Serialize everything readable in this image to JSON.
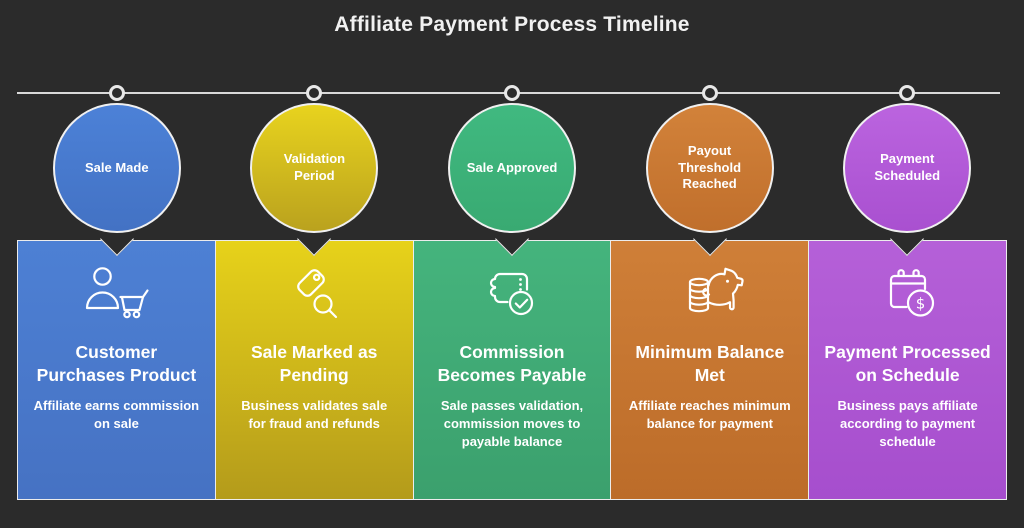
{
  "title": "Affiliate Payment Process Timeline",
  "colors": {
    "background": "#2b2b2b",
    "timeline_line": "#d9d9d9",
    "node_fill": "#2b2b2b",
    "node_stroke": "#e8e8e8",
    "text": "#ffffff"
  },
  "stages": [
    {
      "circle_label": "Sale Made",
      "heading": "Customer Purchases Product",
      "description": "Affiliate earns commission on sale",
      "icon": "person-cart-icon",
      "colors": {
        "circle_top": "#4c81d7",
        "circle_bottom": "#4372c4",
        "card_top": "#4d80d4",
        "card_bottom": "#4672c3"
      }
    },
    {
      "circle_label": "Validation Period",
      "heading": "Sale Marked as Pending",
      "description": "Business validates sale for fraud and refunds",
      "icon": "tag-search-icon",
      "colors": {
        "circle_top": "#e8d31e",
        "circle_bottom": "#baa21e",
        "card_top": "#e7d21a",
        "card_bottom": "#b49b1b"
      }
    },
    {
      "circle_label": "Sale Approved",
      "heading": "Commission Becomes Payable",
      "description": "Sale passes validation, commission moves to payable balance",
      "icon": "ticket-check-icon",
      "colors": {
        "circle_top": "#40b980",
        "circle_bottom": "#39aa72",
        "card_top": "#45b47d",
        "card_bottom": "#3ba06d"
      }
    },
    {
      "circle_label": "Payout Threshold Reached",
      "heading": "Minimum Balance Met",
      "description": "Affiliate reaches minimum balance for payment",
      "icon": "piggy-bank-savings-icon",
      "colors": {
        "circle_top": "#d2823a",
        "circle_bottom": "#c06f2c",
        "card_top": "#cf7f38",
        "card_bottom": "#bc6c29"
      }
    },
    {
      "circle_label": "Payment Scheduled",
      "heading": "Payment Processed on Schedule",
      "description": "Business pays affiliate according to payment schedule",
      "icon": "calendar-payment-icon",
      "colors": {
        "circle_top": "#bb64df",
        "circle_bottom": "#a950d0",
        "card_top": "#b560d8",
        "card_bottom": "#a64ecd"
      }
    }
  ]
}
